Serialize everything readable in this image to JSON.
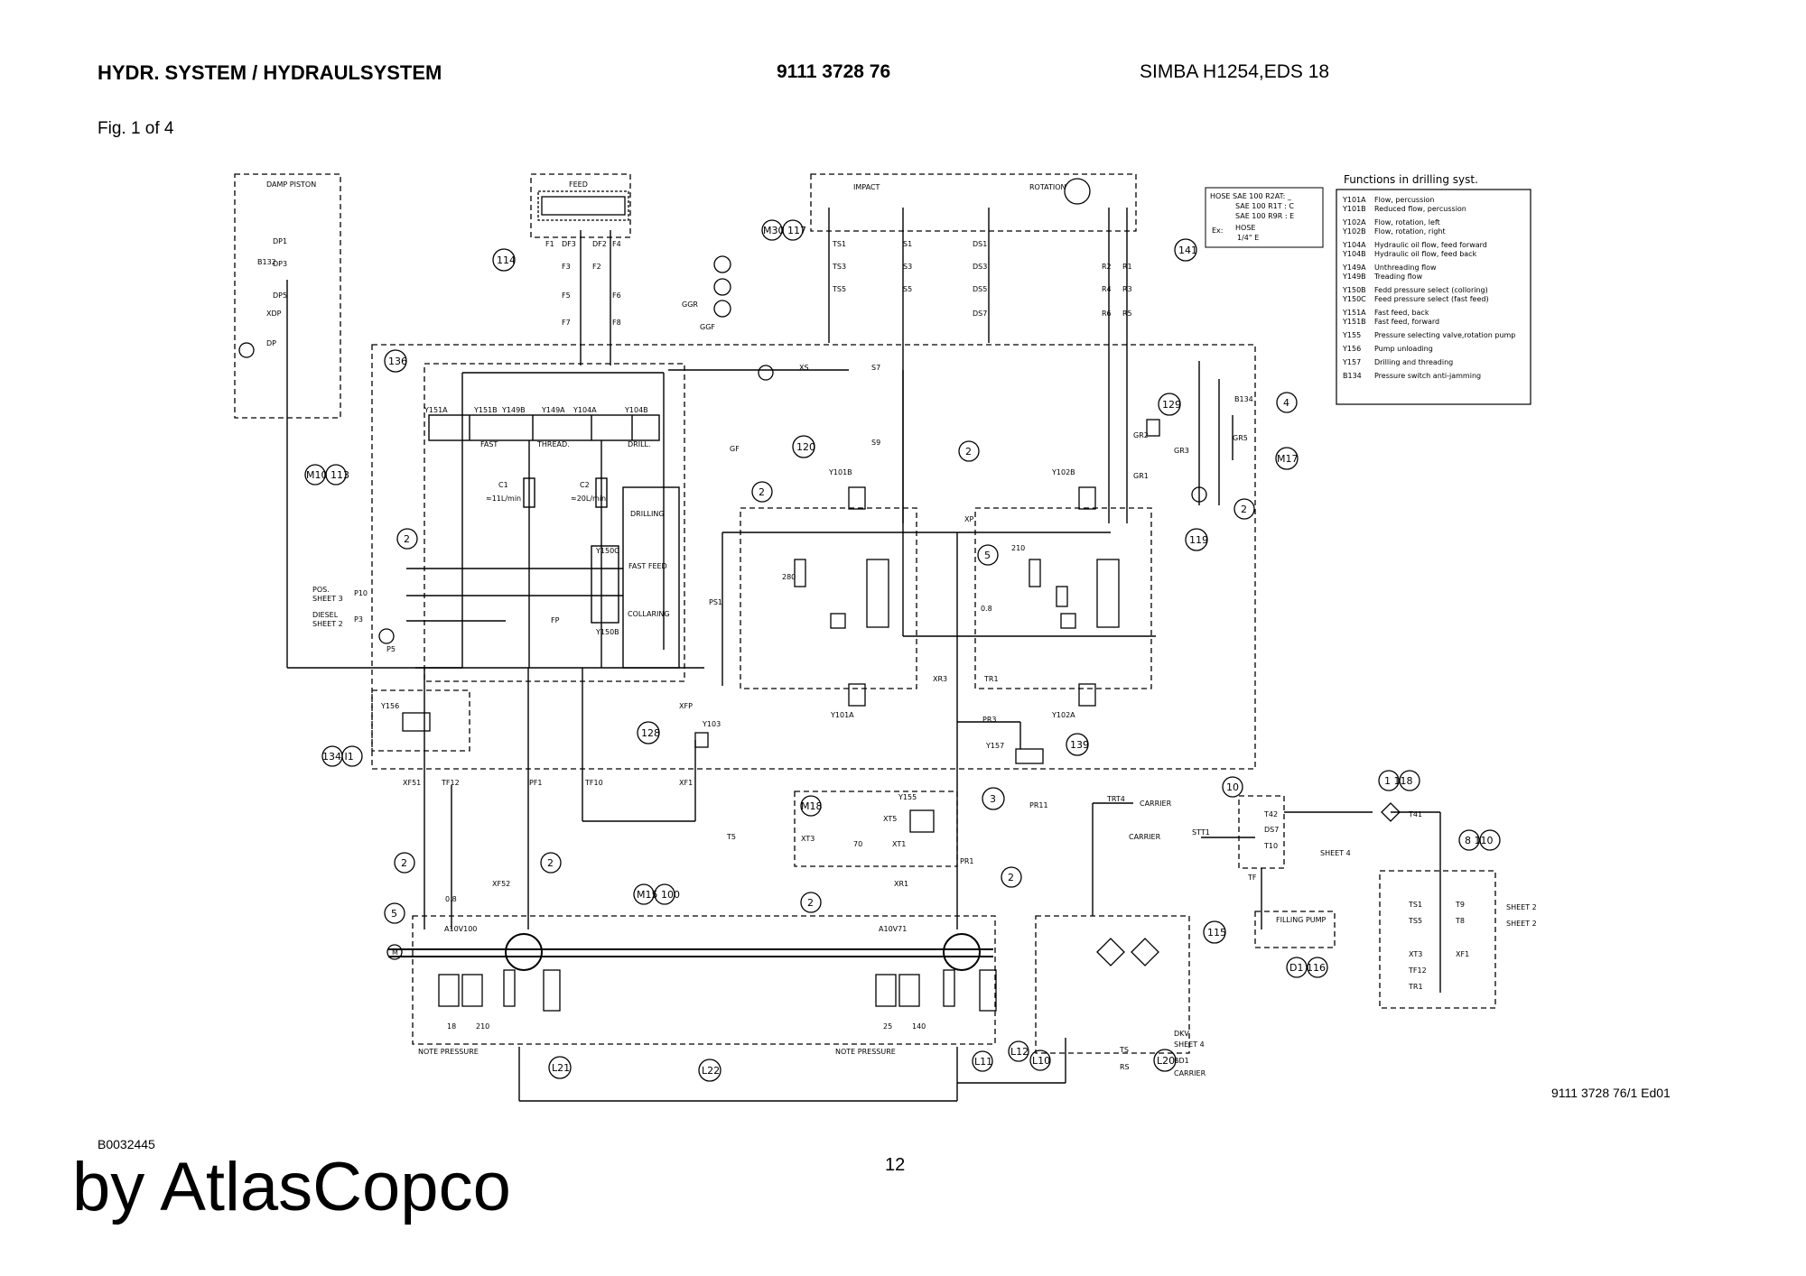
{
  "header": {
    "title": "HYDR. SYSTEM / HYDRAULSYSTEM",
    "part_number": "9111 3728 76",
    "model": "SIMBA H1254,EDS 18",
    "figure": "Fig. 1 of 4"
  },
  "footer": {
    "code": "B0032445",
    "brand": "by AtlasCopco",
    "page": "12",
    "drawing_ref": "9111 3728 76/1 Ed01"
  },
  "legend": {
    "title": "Functions in drilling syst.",
    "items": [
      {
        "code": "Y101A",
        "text": "Flow, percussion"
      },
      {
        "code": "Y101B",
        "text": "Reduced flow, percussion"
      },
      {
        "code": "Y102A",
        "text": "Flow, rotation, left"
      },
      {
        "code": "Y102B",
        "text": "Flow, rotation, right"
      },
      {
        "code": "Y104A",
        "text": "Hydraulic oil flow, feed forward"
      },
      {
        "code": "Y104B",
        "text": "Hydraulic oil flow, feed back"
      },
      {
        "code": "Y149A",
        "text": "Unthreading flow"
      },
      {
        "code": "Y149B",
        "text": "Treading flow"
      },
      {
        "code": "Y150B",
        "text": "Fedd pressure select (colloring)"
      },
      {
        "code": "Y150C",
        "text": "Feed pressure select (fast feed)"
      },
      {
        "code": "Y151A",
        "text": "Fast feed, back"
      },
      {
        "code": "Y151B",
        "text": "Fast feed, forward"
      },
      {
        "code": "Y155",
        "text": "Pressure selecting valve,rotation pump"
      },
      {
        "code": "Y156",
        "text": "Pump unloading"
      },
      {
        "code": "Y157",
        "text": "Drilling and threading"
      },
      {
        "code": "B134",
        "text": "Pressure switch anti-jamming"
      }
    ]
  },
  "hose_note": {
    "line1": "HOSE SAE 100 R2AT: _",
    "line2": "SAE 100 R1T : C",
    "line3": "SAE 100 R9R : E",
    "ex": "Ex:",
    "ex_code": "HOSE",
    "ex_size": "1/4\" E"
  },
  "boxes": {
    "damp_piston": "DAMP PISTON",
    "feed": "FEED",
    "impact": "IMPACT",
    "rotation": "ROTATION",
    "fast": "FAST",
    "thread": "THREAD.",
    "drill": "DRILL.",
    "drilling": "DRILLING",
    "fast_feed": "FAST FEED",
    "collaring": "COLLARING",
    "c1": "C1",
    "c1_flow": "≈11L/min",
    "c2": "C2",
    "c2_flow": "≈20L/min",
    "pump1": "A10V100",
    "pump2": "A10V71",
    "note_pressure": "NOTE PRESSURE",
    "filling_pump": "FILLING PUMP",
    "carrier": "CARRIER",
    "sheet4": "SHEET 4",
    "sheet2": "SHEET 2",
    "sheet3": "SHEET 3",
    "pos": "POS.",
    "diesel": "DIESEL",
    "fp": "FP",
    "motor": "M",
    "val_08": "0.8",
    "val_70": "70",
    "val_280": "280",
    "val_210": "210",
    "val_140": "140",
    "val_25": "25",
    "val_18": "18"
  },
  "bubbles": {
    "b114": "114",
    "b30_117": "M30 117",
    "b141": "141",
    "b136": "136",
    "b120": "120",
    "b129": "129",
    "b4": "4",
    "b17": "M17",
    "b119": "119",
    "b10_113": "M10 113",
    "b128": "128",
    "b139": "139",
    "b134_11": "134 I1",
    "b18": "M18",
    "b3": "3",
    "b10": "10",
    "b1_118": "1 118",
    "b8_110": "8 110",
    "b15_100": "M15 100",
    "b115": "115",
    "b5": "5",
    "b2": "2",
    "l21": "L21",
    "l22": "L22",
    "l11": "L11",
    "l12": "L12",
    "l10": "L10",
    "l20": "L20",
    "d1_116": "D1 116"
  },
  "ports": {
    "dp1": "DP1",
    "dp3": "DP3",
    "dp5": "DP5",
    "xdp": "XDP",
    "dp": "DP",
    "f1": "F1",
    "df3": "DF3",
    "df2": "DF2",
    "f4": "F4",
    "f3": "F3",
    "f2": "F2",
    "f5": "F5",
    "f6": "F6",
    "f7": "F7",
    "f8": "F8",
    "ts1": "TS1",
    "ts3": "TS3",
    "ts5": "TS5",
    "s1": "S1",
    "s3": "S3",
    "s5": "S5",
    "ds1": "DS1",
    "ds3": "DS3",
    "ds5": "DS5",
    "ds7": "DS7",
    "r2": "R2",
    "r1": "R1",
    "r4": "R4",
    "r3": "R3",
    "r6": "R6",
    "r5": "R5",
    "xs": "XS",
    "s7": "S7",
    "ggr": "GGR",
    "ggf": "GGF",
    "gr2": "GR2",
    "gr3": "GR3",
    "gr5": "GR5",
    "gr1": "GR1",
    "gf": "GF",
    "p10": "P10",
    "p3": "P3",
    "p5": "P5",
    "ps1": "PS1",
    "pr3": "PR3",
    "pr11": "PR11",
    "pr1": "PR1",
    "xp": "XP",
    "xr3": "XR3",
    "tr1": "TR1",
    "xfp": "XFP",
    "xf51": "XF51",
    "tf12": "TF12",
    "pf1": "PF1",
    "tf10": "TF10",
    "xf1": "XF1",
    "t5": "T5",
    "xf52": "XF52",
    "xr1": "XR1",
    "xt3": "XT3",
    "xt5": "XT5",
    "xt1": "XT1",
    "trt4": "TRT4",
    "stt1": "STT1",
    "t42": "T42",
    "ds7b": "DS7",
    "t10": "T10",
    "tf": "TF",
    "t41": "T41",
    "t9": "T9",
    "t8": "T8",
    "tf12b": "TF12",
    "tr1b": "TR1",
    "dkv": "DKV",
    "bd1": "BD1",
    "s9": "S9",
    "rs": "RS",
    "ts": "TS"
  },
  "valves": {
    "y151a": "Y151A",
    "y151b": "Y151B",
    "y149b": "Y149B",
    "y149a": "Y149A",
    "y104a": "Y104A",
    "y104b": "Y104B",
    "y150c": "Y150C",
    "y150b": "Y150B",
    "y101b": "Y101B",
    "y101a": "Y101A",
    "y102b": "Y102B",
    "y102a": "Y102A",
    "y156": "Y156",
    "y157": "Y157",
    "y155": "Y155",
    "y103": "Y103",
    "b132": "B132",
    "b134": "B134"
  }
}
